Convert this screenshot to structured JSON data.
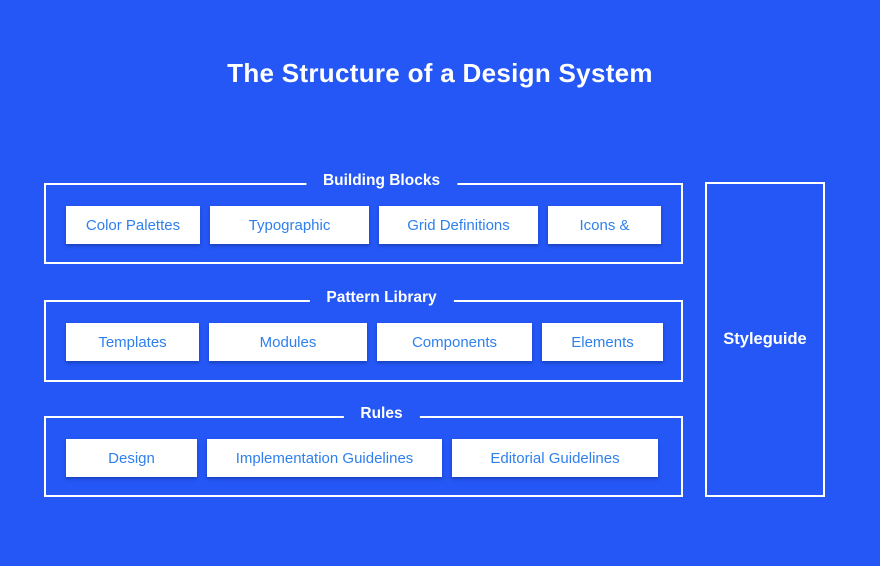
{
  "title": "The Structure of a Design System",
  "colors": {
    "background": "#2457f5",
    "box_text": "#2f80ed",
    "line": "#ffffff"
  },
  "sections": [
    {
      "label": "Building Blocks",
      "items": [
        "Color Palettes",
        "Typographic",
        "Grid Definitions",
        "Icons &"
      ]
    },
    {
      "label": "Pattern Library",
      "items": [
        "Templates",
        "Modules",
        "Components",
        "Elements"
      ]
    },
    {
      "label": "Rules",
      "items": [
        "Design",
        "Implementation Guidelines",
        "Editorial Guidelines"
      ]
    }
  ],
  "styleguide": {
    "label": "Styleguide"
  }
}
